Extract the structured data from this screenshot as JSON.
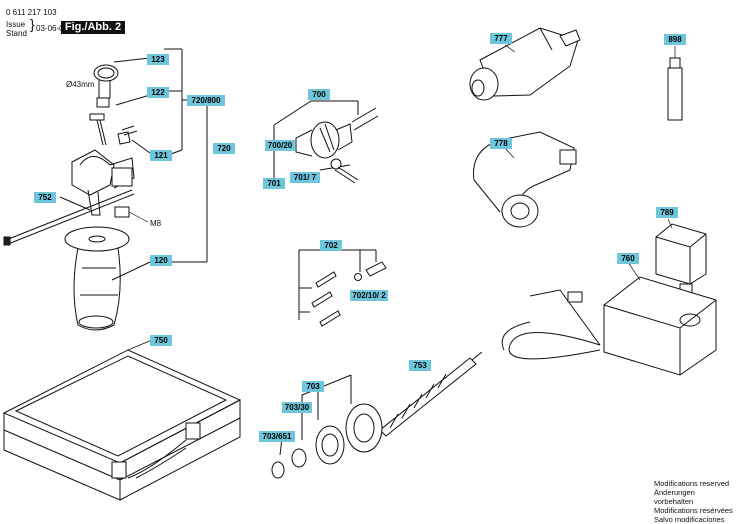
{
  "header": {
    "part_no": "0 611 217 103",
    "issue_label": "Issue",
    "stand_label": "Stand",
    "date": "03-06-05",
    "fig_label": "Fig./Abb. 2"
  },
  "callouts": {
    "c123": "123",
    "c122": "122",
    "c720_800": "720/800",
    "c121": "121",
    "c720": "720",
    "c752": "752",
    "c120": "120",
    "c700": "700",
    "c700_20": "700/20",
    "c701": "701",
    "c701_7": "701/ 7",
    "c702": "702",
    "c702_10_2": "702/10/ 2",
    "c750": "750",
    "c703": "703",
    "c703_30": "703/30",
    "c703_651": "703/651",
    "c753": "753",
    "c777": "777",
    "c778": "778",
    "c898": "898",
    "c789": "789",
    "c760": "760"
  },
  "labels": {
    "diameter": "Ø43mm",
    "thread": "M8"
  },
  "notes": [
    "Modifications reserved",
    "Änderungen vorbehalten",
    "Modifications resérvées",
    "Salvo modificaciones"
  ]
}
